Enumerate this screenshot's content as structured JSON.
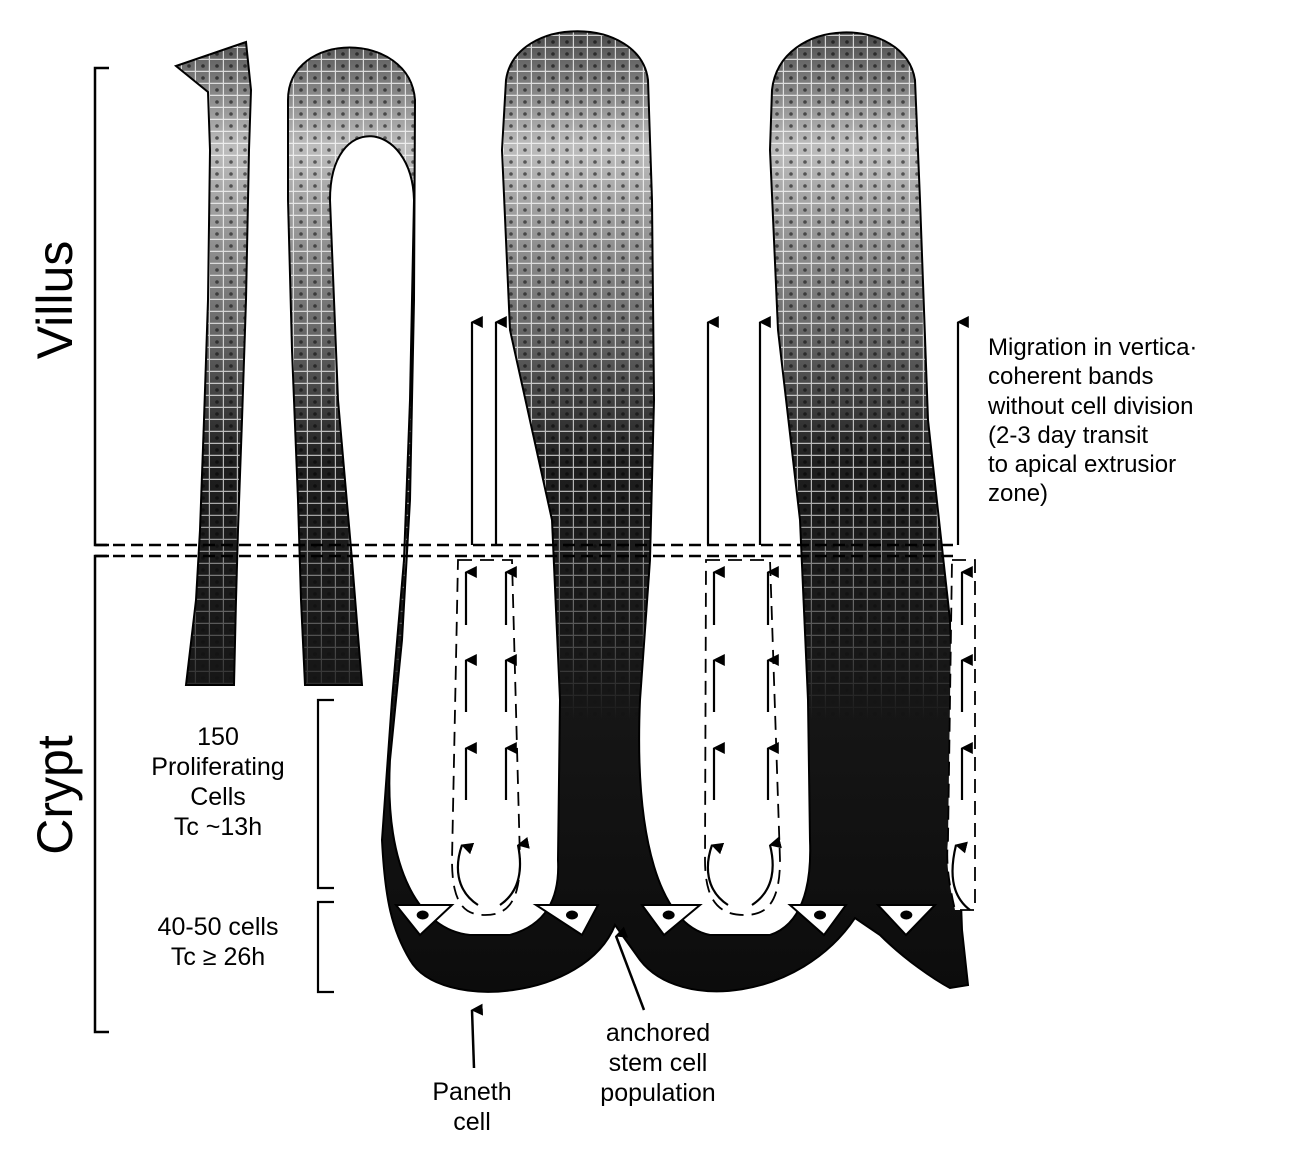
{
  "zones": {
    "villus": "Villus",
    "crypt": "Crypt"
  },
  "proliferating": {
    "lines": [
      "150",
      "Proliferating",
      "Cells",
      "Tc ~13h"
    ]
  },
  "stem": {
    "lines": [
      "40-50 cells",
      "Tc ≥ 26h"
    ]
  },
  "migration_note": {
    "lines": [
      "Migration in vertica·",
      "coherent bands",
      "without cell division",
      "(2-3 day transit",
      "to apical extrusior",
      "zone)"
    ]
  },
  "paneth": {
    "lines": [
      "Paneth",
      "cell"
    ]
  },
  "anchored": {
    "lines": [
      "anchored",
      "stem cell",
      "population"
    ]
  },
  "colors": {
    "ink": "#000000",
    "cell_light": "#d9d9d9",
    "cell_mid": "#5a5a5a",
    "cell_dark": "#111111",
    "paper": "#ffffff"
  }
}
